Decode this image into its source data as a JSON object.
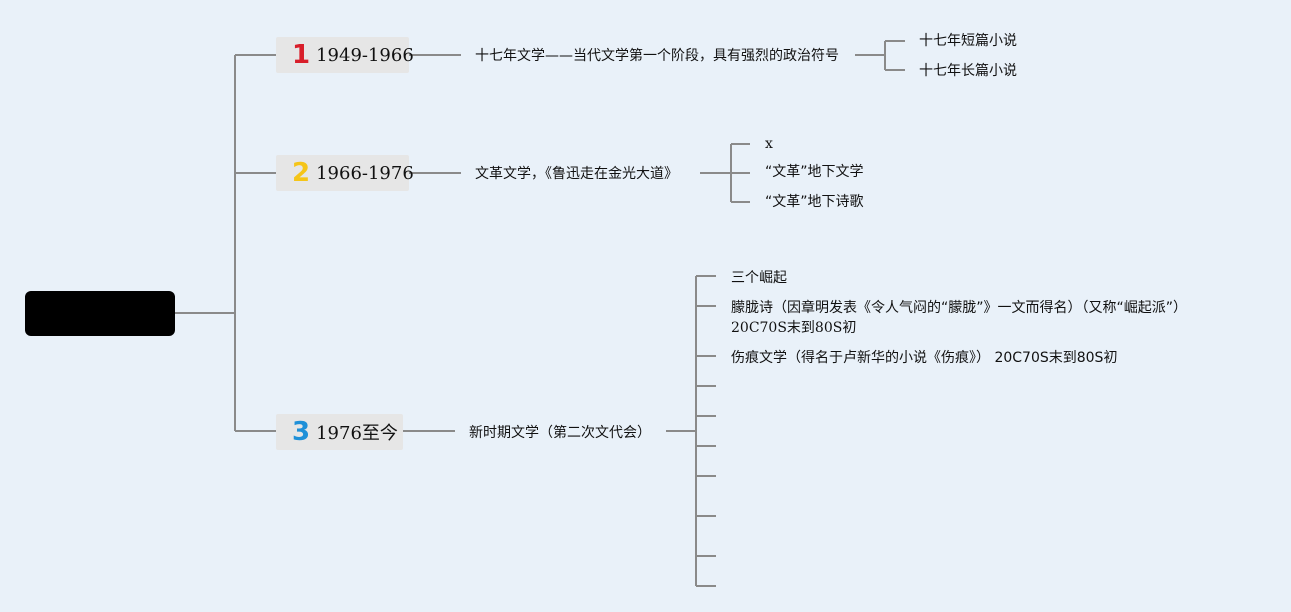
{
  "root": {
    "label": ""
  },
  "eras": [
    {
      "num": "1",
      "num_color": "#d81e2a",
      "label": "1949-1966",
      "description": "十七年文学——当代文学第一个阶段，具有强烈的政治符号",
      "children": [
        "十七年短篇小说",
        "十七年长篇小说"
      ]
    },
    {
      "num": "2",
      "num_color": "#f5c518",
      "label": "1966-1976",
      "description": "文革文学，《鲁迅走在金光大道》",
      "children": [
        "x",
        "“文革”地下文学",
        "“文革”地下诗歌"
      ]
    },
    {
      "num": "3",
      "num_color": "#1e90d8",
      "label": "1976至今",
      "description": "新时期文学（第二次文代会）",
      "children": [
        "三个崛起",
        "朦胧诗（因章明发表《令人气闷的“朦胧”》一文而得名）（又称“崛起派”）",
        "20C70S末到80S初",
        "伤痕文学（得名于卢新华的小说《伤痕》） 20C70S末到80S初",
        "",
        "",
        "",
        "",
        "",
        "",
        ""
      ]
    }
  ],
  "colors": {
    "line": "#8a8a8a",
    "background": "#e9f1f9"
  }
}
